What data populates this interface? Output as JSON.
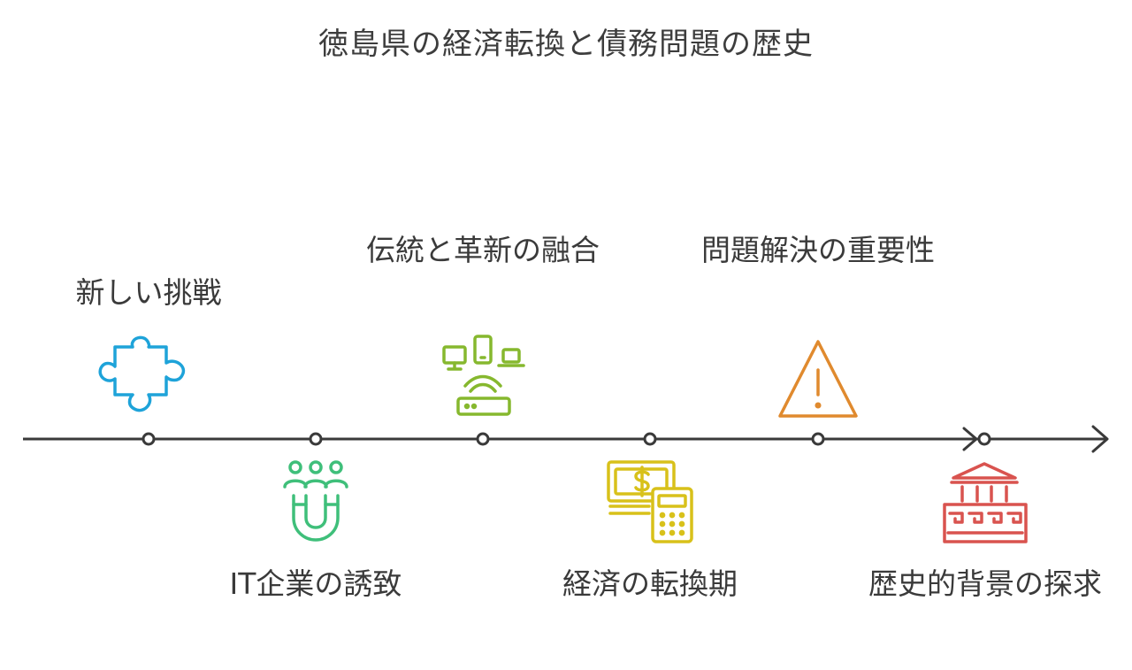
{
  "title": "徳島県の経済転換と債務問題の歴史",
  "events": [
    {
      "label": "新しい挑戦",
      "icon": "puzzle-piece-icon",
      "color": "#1ea3d9",
      "position": "above"
    },
    {
      "label": "IT企業の誘致",
      "icon": "magnet-people-icon",
      "color": "#3fbf7a",
      "position": "below"
    },
    {
      "label": "伝統と革新の融合",
      "icon": "devices-router-icon",
      "color": "#86b82e",
      "position": "above"
    },
    {
      "label": "経済の転換期",
      "icon": "money-calculator-icon",
      "color": "#d8c11a",
      "position": "below"
    },
    {
      "label": "問題解決の重要性",
      "icon": "warning-triangle-icon",
      "color": "#e08a2e",
      "position": "above"
    },
    {
      "label": "歴史的背景の探求",
      "icon": "classical-building-icon",
      "color": "#d9534f",
      "position": "below"
    }
  ]
}
